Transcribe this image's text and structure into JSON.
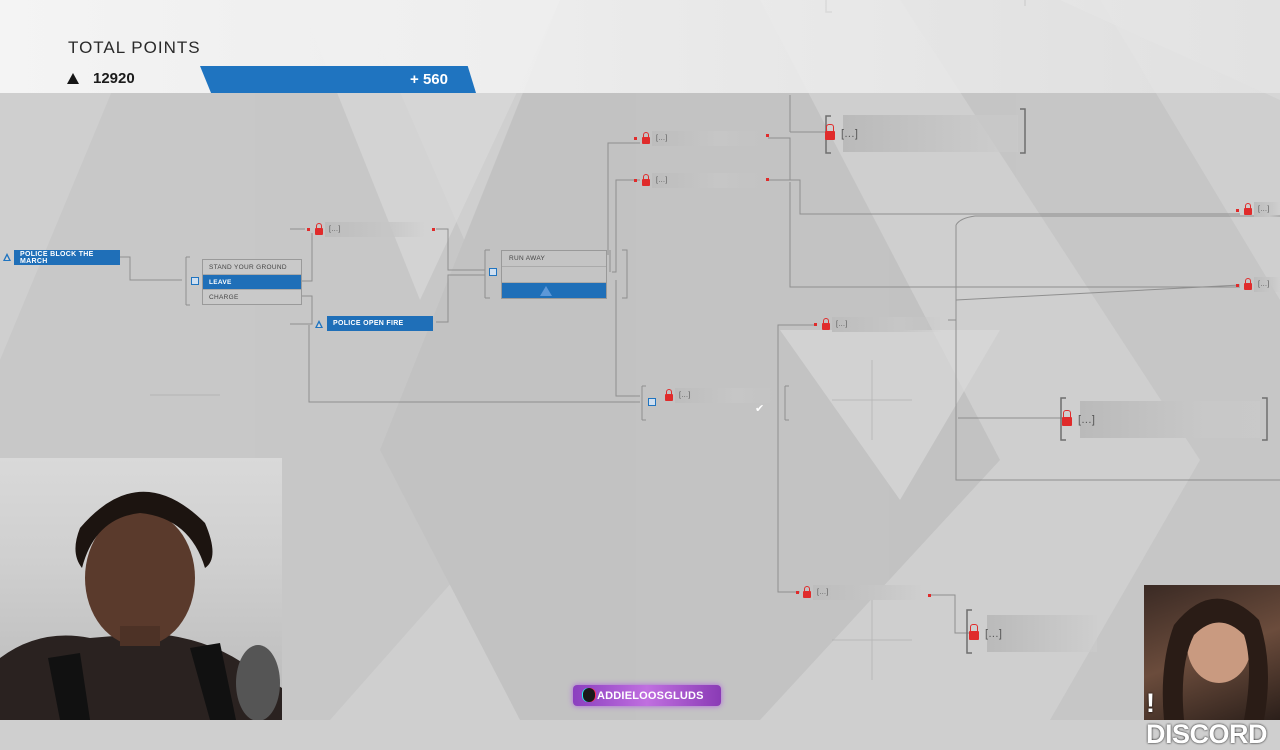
{
  "hud": {
    "title": "TOTAL POINTS",
    "points": "12920",
    "gain": "+ 560"
  },
  "flowchart": {
    "start_node": "POLICE BLOCK THE MARCH",
    "choices": [
      "STAND YOUR GROUND",
      "LEAVE",
      "CHARGE"
    ],
    "selected_choice": "LEAVE",
    "result_node": "POLICE OPEN FIRE",
    "run_away": "RUN AWAY",
    "locked_label": "[...]"
  },
  "stream": {
    "handle": "ADDIELOOSGLUDS",
    "discord": "! DISCORD"
  },
  "colors": {
    "accent": "#1f74c0",
    "lock": "#e02b2b",
    "background": "#cfcfcf"
  }
}
